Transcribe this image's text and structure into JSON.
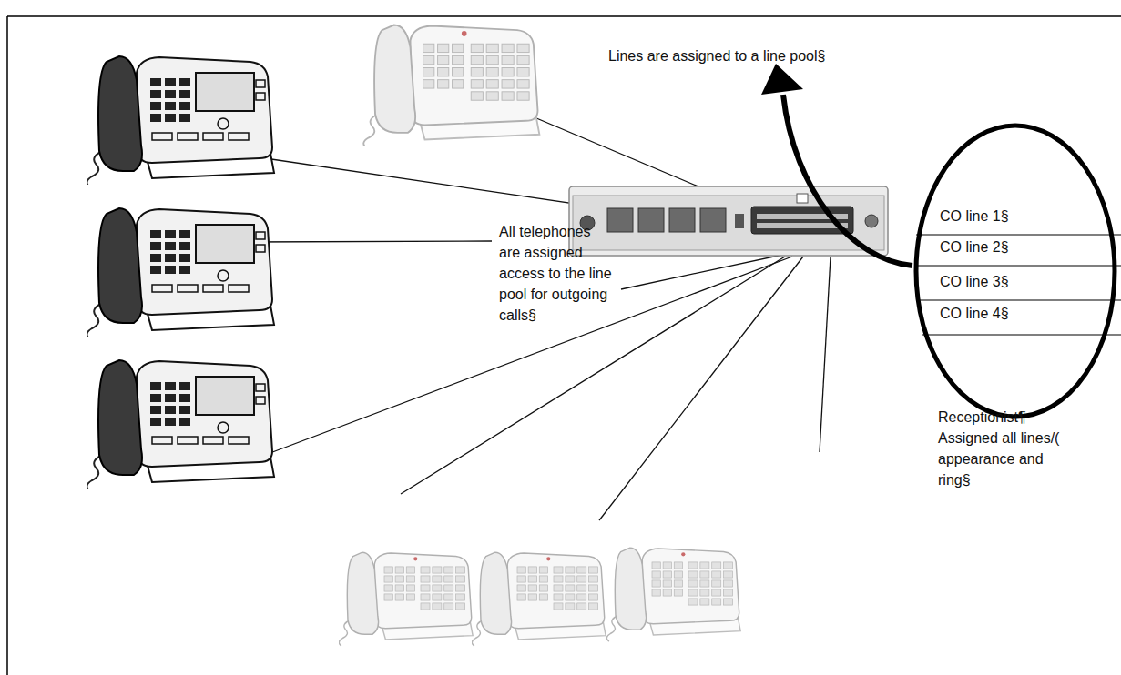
{
  "diagram": {
    "nodes": [
      {
        "text": [
          "CO line 1§",
          "CO line 2§",
          "CO line 3§",
          "CO line 4§"
        ]
      }
    ],
    "labels": [
      "Lines are assigned to a line pool§",
      "All telephones are assigned access to the line pool for outgoing calls§",
      "Receptionist¶",
      "Assigned all lines/( appearance and ring§"
    ]
  }
}
